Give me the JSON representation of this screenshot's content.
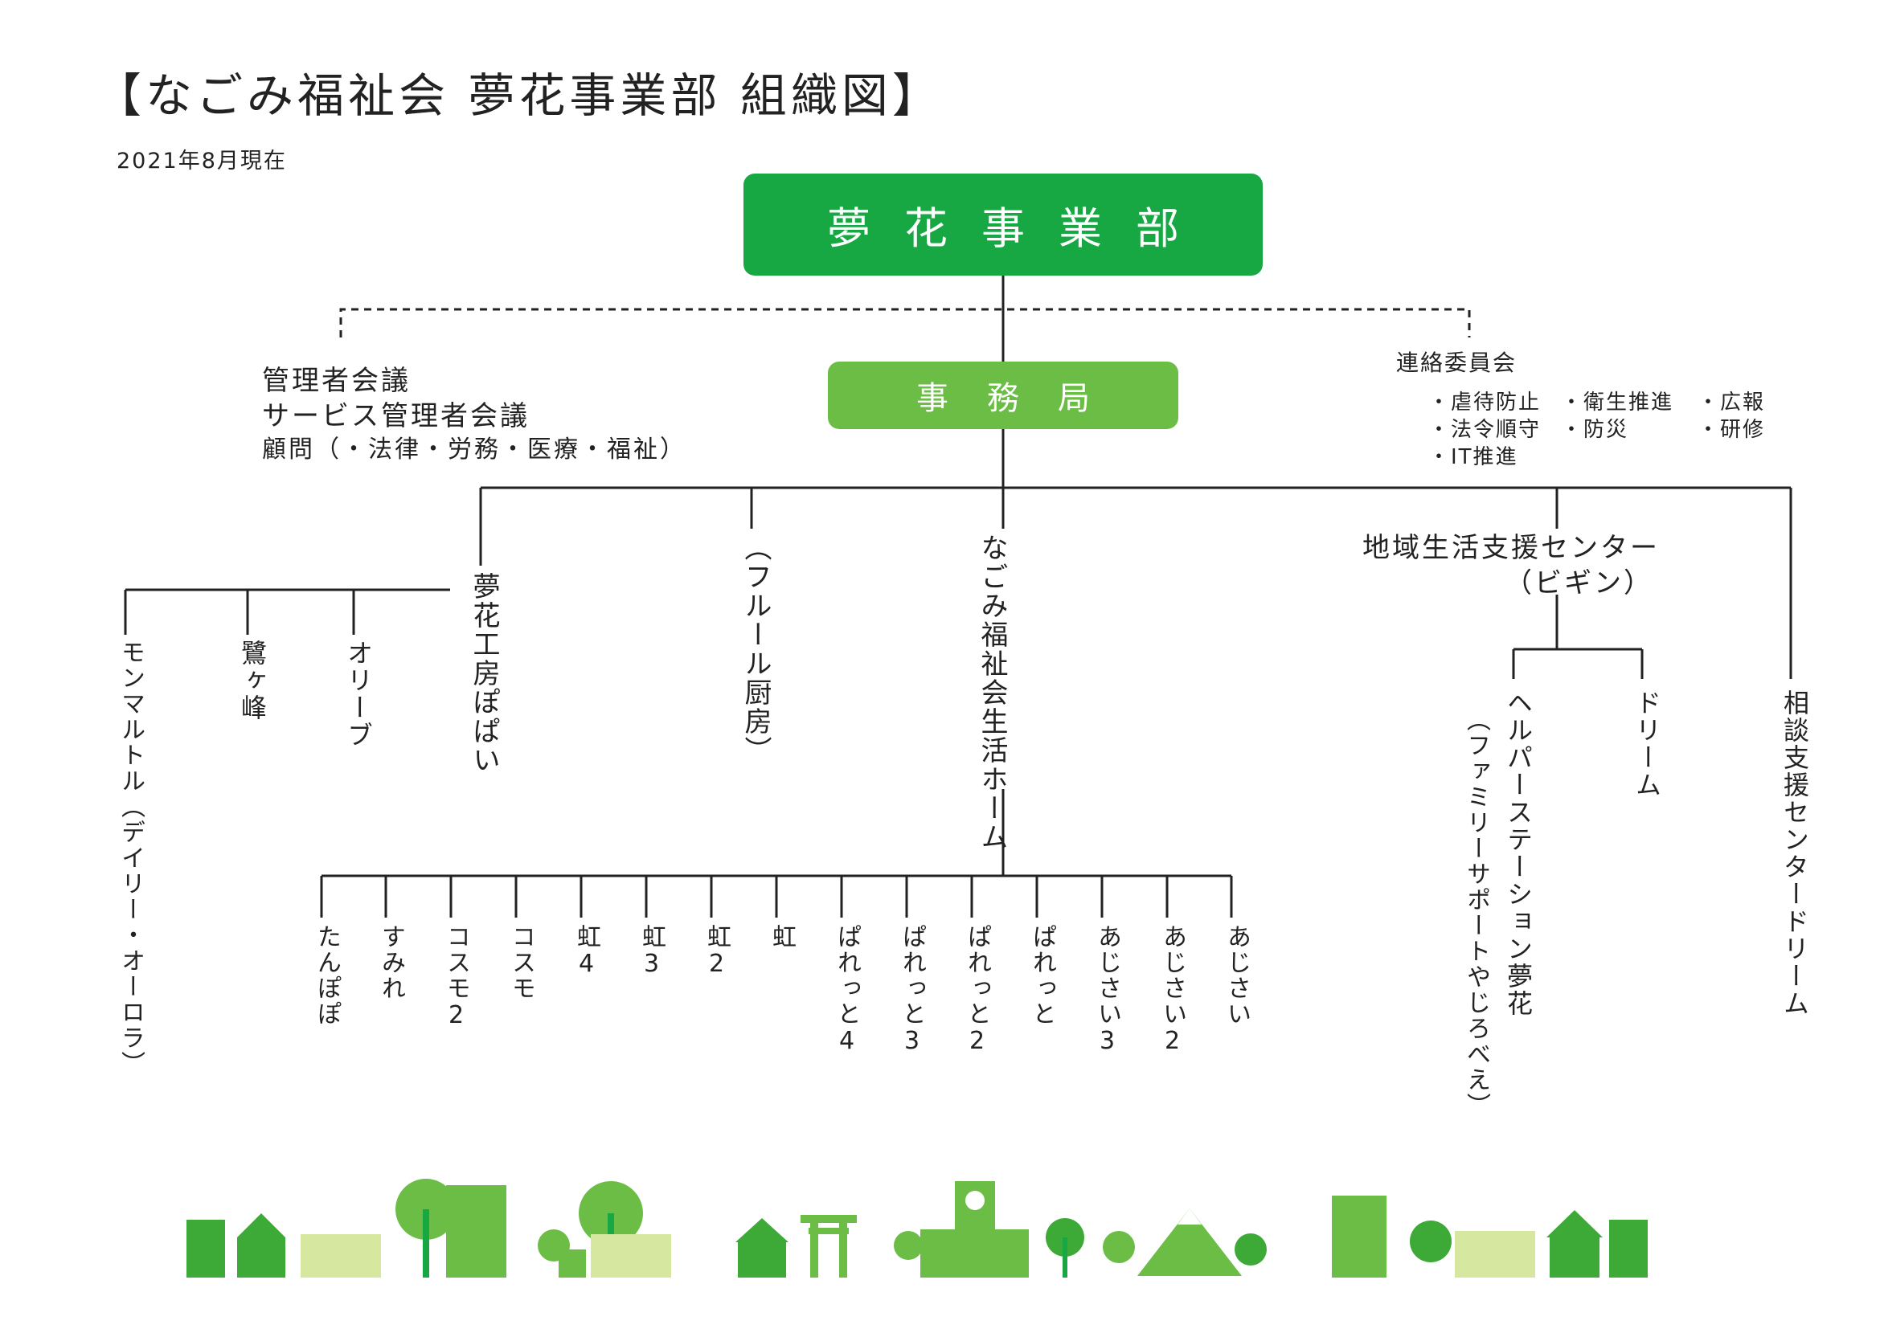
{
  "title": "【なごみ福祉会 夢花事業部 組織図】",
  "date": "2021年8月現在",
  "root": "夢花事業部",
  "office": "事務局",
  "left_notes": {
    "line1": "管理者会議",
    "line2": "サービス管理者会議",
    "line3": "顧問（・法律・労務・医療・福祉）"
  },
  "committee": {
    "title": "連絡委員会",
    "items": [
      "・虐待防止",
      "・衛生推進",
      "・広報",
      "・法令順守",
      "・防災",
      "・研修",
      "・IT推進"
    ]
  },
  "units": {
    "pokapoka": "夢花工房ぽぱい",
    "pokapoka_children": [
      "オリーブ",
      "鷺ヶ峰",
      "モンマルトル（デイリー・オーロラ）"
    ],
    "kitchen": "（フルール厨房）",
    "home": "なごみ福祉会生活ホーム",
    "home_children": [
      "たんぽぽ",
      "すみれ",
      "コスモ2",
      "コスモ",
      "虹4",
      "虹3",
      "虹2",
      "虹",
      "ぱれっと4",
      "ぱれっと3",
      "ぱれっと2",
      "ぱれっと",
      "あじさい3",
      "あじさい2",
      "あじさい"
    ],
    "center_line1": "地域生活支援センター",
    "center_line2": "（ビギン）",
    "helper": "ヘルパーステーション夢花",
    "helper_sub": "（ファミリーサポートやじろべえ）",
    "dream": "ドリーム",
    "consult": "相談支援センタードリーム"
  },
  "colors": {
    "main": "#17a843",
    "sub": "#6cbd45",
    "light": "#d6e7a0",
    "dark_green": "#3da936"
  }
}
